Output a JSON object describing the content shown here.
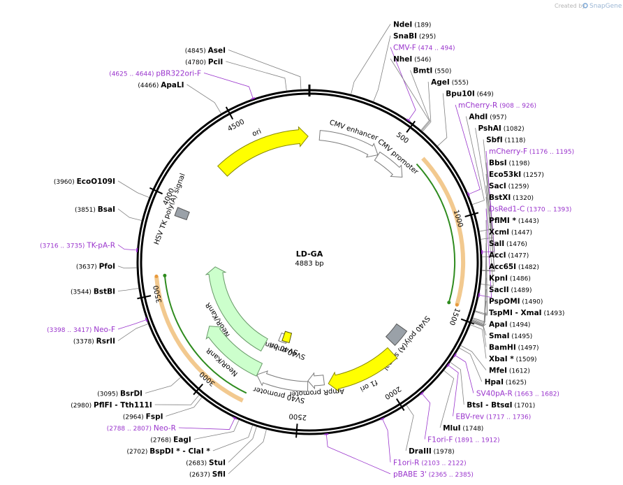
{
  "credit": {
    "text": "Created by",
    "brand": "SnapGene"
  },
  "plasmid": {
    "name": "LD-GA",
    "length_text": "4883 bp",
    "total_bp": 4883
  },
  "scale_ticks": [
    "500",
    "1000",
    "1500",
    "2000",
    "2500",
    "3000",
    "3500",
    "4000",
    "4500"
  ],
  "features": [
    {
      "label": "CMV enhancer",
      "start": 63,
      "end": 442,
      "style": "outline"
    },
    {
      "label": "CMV promoter",
      "start": 443,
      "end": 645,
      "style": "outline"
    },
    {
      "label": "SV40 poly(A) signal",
      "start": 1700,
      "end": 1821,
      "style": "gray"
    },
    {
      "label": "f1 ori",
      "start": 1866,
      "end": 2321,
      "style": "yellow"
    },
    {
      "label": "AmpR promoter",
      "start": 2347,
      "end": 2451,
      "style": "outline"
    },
    {
      "label": "SV40 promoter",
      "start": 2452,
      "end": 2781,
      "style": "outline"
    },
    {
      "label": "SV40 enhancer",
      "start": 2660,
      "end": 2732,
      "style": "outline-box"
    },
    {
      "label": "SV40 ori",
      "start": 2632,
      "end": 2702,
      "style": "yellow-box"
    },
    {
      "label": "NeoR/KanR",
      "start": 2829,
      "end": 3623,
      "style": "green"
    },
    {
      "label": "NeoR/KanR",
      "start": 2780,
      "end": 3220,
      "style": "green"
    },
    {
      "label": "HSV TK poly(A) signal",
      "start": 3920,
      "end": 3968,
      "style": "gray"
    },
    {
      "label": "ori",
      "start": 4290,
      "end": 4875,
      "style": "yellow"
    }
  ],
  "sites": [
    {
      "name": "PciI",
      "pos": "(4780)",
      "color": "#000000"
    },
    {
      "name": "AseI",
      "pos": "(4845)",
      "color": "#000000"
    },
    {
      "name": "NdeI",
      "pos": "(189)",
      "color": "#000000"
    },
    {
      "name": "SnaBI",
      "pos": "(295)",
      "color": "#000000"
    },
    {
      "name": "CMV-F",
      "pos": "(474 .. 494)",
      "color": "#9933cc"
    },
    {
      "name": "pBR322ori-F",
      "pos": "(4625 .. 4644)",
      "color": "#9933cc"
    },
    {
      "name": "ApaLI",
      "pos": "(4466)",
      "color": "#000000"
    },
    {
      "name": "NheI",
      "pos": "(546)",
      "color": "#000000"
    },
    {
      "name": "BmtI",
      "pos": "(550)",
      "color": "#000000"
    },
    {
      "name": "AgeI",
      "pos": "(555)",
      "color": "#000000"
    },
    {
      "name": "Bpu10I",
      "pos": "(649)",
      "color": "#000000"
    },
    {
      "name": "mCherry-R",
      "pos": "(908 .. 926)",
      "color": "#9933cc"
    },
    {
      "name": "AhdI",
      "pos": "(957)",
      "color": "#000000"
    },
    {
      "name": "PshAI",
      "pos": "(1082)",
      "color": "#000000"
    },
    {
      "name": "SbfI",
      "pos": "(1118)",
      "color": "#000000"
    },
    {
      "name": "mCherry-F",
      "pos": "(1176 .. 1195)",
      "color": "#9933cc"
    },
    {
      "name": "BbsI",
      "pos": "(1198)",
      "color": "#000000"
    },
    {
      "name": "Eco53kI",
      "pos": "(1257)",
      "color": "#000000"
    },
    {
      "name": "SacI",
      "pos": "(1259)",
      "color": "#000000"
    },
    {
      "name": "BstXI",
      "pos": "(1320)",
      "color": "#000000"
    },
    {
      "name": "DsRed1-C",
      "pos": "(1370 .. 1393)",
      "color": "#9933cc"
    },
    {
      "name": "PflMI *",
      "pos": "(1443)",
      "color": "#000000"
    },
    {
      "name": "XcmI",
      "pos": "(1447)",
      "color": "#000000"
    },
    {
      "name": "SalI",
      "pos": "(1476)",
      "color": "#000000"
    },
    {
      "name": "AccI",
      "pos": "(1477)",
      "color": "#000000"
    },
    {
      "name": "Acc65I",
      "pos": "(1482)",
      "color": "#000000"
    },
    {
      "name": "KpnI",
      "pos": "(1486)",
      "color": "#000000"
    },
    {
      "name": "SacII",
      "pos": "(1489)",
      "color": "#000000"
    },
    {
      "name": "PspOMI",
      "pos": "(1490)",
      "color": "#000000"
    },
    {
      "name": "TspMI - XmaI",
      "pos": "(1493)",
      "color": "#000000"
    },
    {
      "name": "ApaI",
      "pos": "(1494)",
      "color": "#000000"
    },
    {
      "name": "SmaI",
      "pos": "(1495)",
      "color": "#000000"
    },
    {
      "name": "BamHI",
      "pos": "(1497)",
      "color": "#000000"
    },
    {
      "name": "XbaI *",
      "pos": "(1509)",
      "color": "#000000"
    },
    {
      "name": "MfeI",
      "pos": "(1612)",
      "color": "#000000"
    },
    {
      "name": "HpaI",
      "pos": "(1625)",
      "color": "#000000"
    },
    {
      "name": "SV40pA-R",
      "pos": "(1663 .. 1682)",
      "color": "#9933cc"
    },
    {
      "name": "BtsI - BtsαI",
      "pos": "(1701)",
      "color": "#000000"
    },
    {
      "name": "EBV-rev",
      "pos": "(1717 .. 1736)",
      "color": "#9933cc"
    },
    {
      "name": "MluI",
      "pos": "(1748)",
      "color": "#000000"
    },
    {
      "name": "F1ori-F",
      "pos": "(1891 .. 1912)",
      "color": "#9933cc"
    },
    {
      "name": "DraIII",
      "pos": "(1978)",
      "color": "#000000"
    },
    {
      "name": "F1ori-R",
      "pos": "(2103 .. 2122)",
      "color": "#9933cc"
    },
    {
      "name": "pBABE 3'",
      "pos": "(2365 .. 2385)",
      "color": "#9933cc"
    },
    {
      "name": "SfiI",
      "pos": "(2637)",
      "color": "#000000"
    },
    {
      "name": "StuI",
      "pos": "(2683)",
      "color": "#000000"
    },
    {
      "name": "BspDI * - ClaI *",
      "pos": "(2702)",
      "color": "#000000"
    },
    {
      "name": "EagI",
      "pos": "(2768)",
      "color": "#000000"
    },
    {
      "name": "Neo-R",
      "pos": "(2788 .. 2807)",
      "color": "#9933cc"
    },
    {
      "name": "FspI",
      "pos": "(2964)",
      "color": "#000000"
    },
    {
      "name": "PflFI - Tth111I",
      "pos": "(2980)",
      "color": "#000000"
    },
    {
      "name": "BsrDI",
      "pos": "(3095)",
      "color": "#000000"
    },
    {
      "name": "RsrII",
      "pos": "(3378)",
      "color": "#000000"
    },
    {
      "name": "Neo-F",
      "pos": "(3398 .. 3417)",
      "color": "#9933cc"
    },
    {
      "name": "BstBI",
      "pos": "(3544)",
      "color": "#000000"
    },
    {
      "name": "PfoI",
      "pos": "(3637)",
      "color": "#000000"
    },
    {
      "name": "TK-pA-R",
      "pos": "(3716 .. 3735)",
      "color": "#9933cc"
    },
    {
      "name": "BsaI",
      "pos": "(3851)",
      "color": "#000000"
    },
    {
      "name": "EcoO109I",
      "pos": "(3960)",
      "color": "#000000"
    }
  ],
  "orf_arcs": [
    {
      "name": "mCherry ORF",
      "start": 645,
      "end": 1440,
      "color": "#2e8b1e"
    },
    {
      "name": "NeoR ORF",
      "start": 2790,
      "end": 3590,
      "color": "#2e8b1e"
    }
  ]
}
